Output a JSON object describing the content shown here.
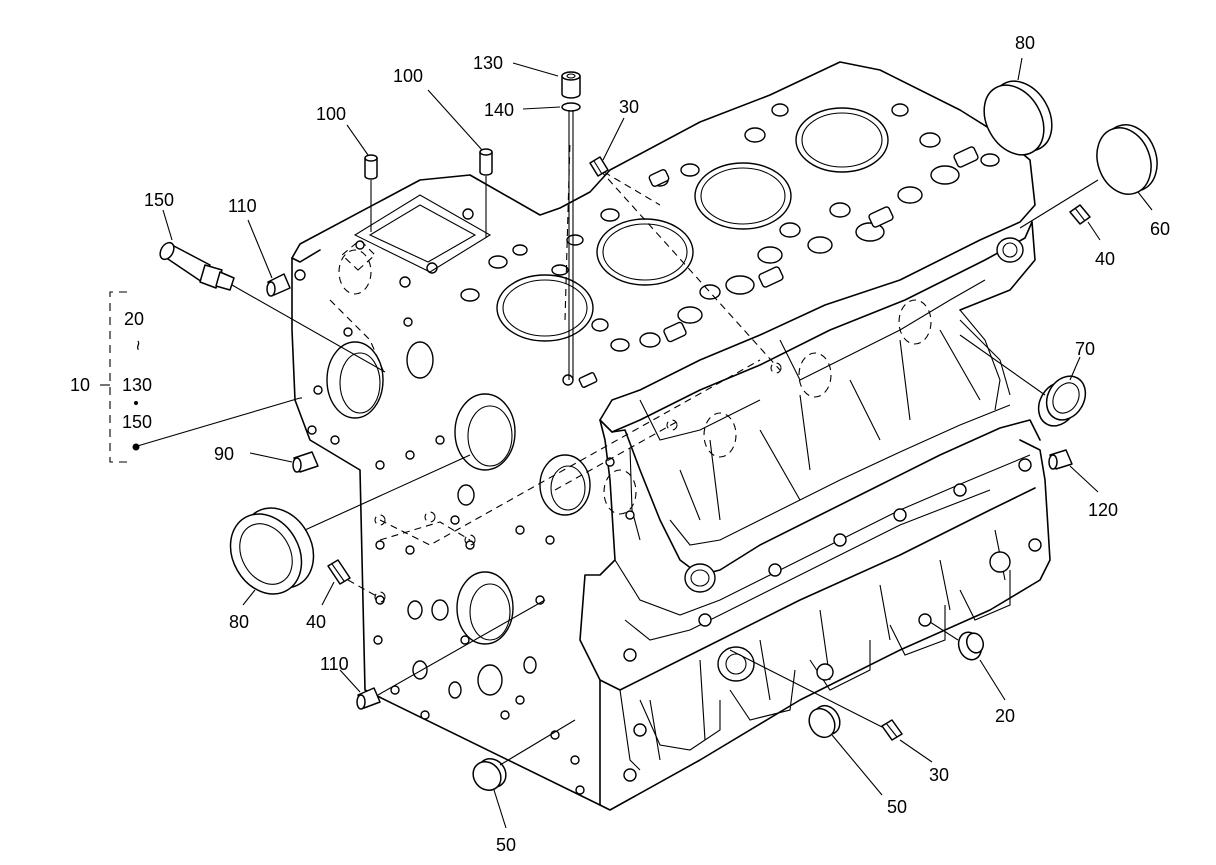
{
  "figure": {
    "callouts": {
      "c130": "130",
      "c140": "140",
      "c100a": "100",
      "c100b": "100",
      "c30a": "30",
      "c80a": "80",
      "c60": "60",
      "c40a": "40",
      "c150": "150",
      "c110a": "110",
      "c70": "70",
      "c90": "90",
      "c120": "120",
      "c80b": "80",
      "c40b": "40",
      "c110b": "110",
      "c20": "20",
      "c30b": "30",
      "c50a": "50",
      "c50b": "50"
    },
    "kit_bracket": {
      "number": "10",
      "item1": "20",
      "wave": "~",
      "item2": "130",
      "item3": "150"
    }
  }
}
